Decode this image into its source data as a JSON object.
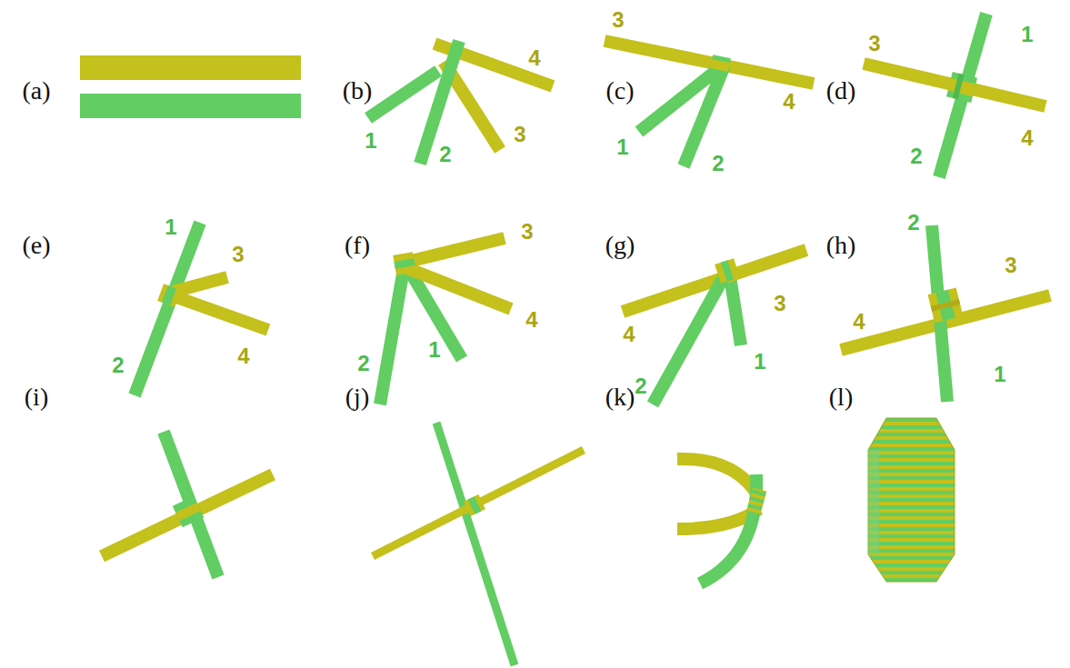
{
  "diagram": {
    "labels": [
      "(a)",
      "(b)",
      "4",
      "1",
      "3",
      "2",
      "(c)",
      "3",
      "4",
      "1",
      "2",
      "(d)",
      "1",
      "3",
      "4",
      "2",
      "(e)",
      "1",
      "3",
      "4",
      "2",
      "(f)",
      "3",
      "4",
      "2",
      "1",
      "(g)",
      "3",
      "4",
      "1",
      "2",
      "(h)",
      "2",
      "3",
      "4",
      "1",
      "(i)",
      "(j)",
      "(k)",
      "(l)"
    ]
  }
}
